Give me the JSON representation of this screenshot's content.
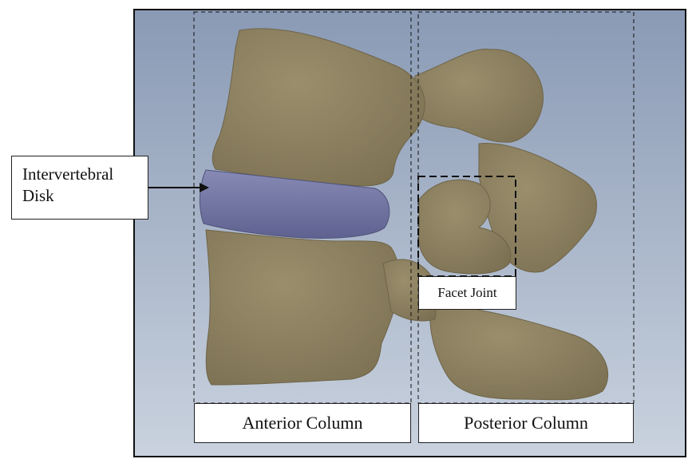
{
  "figure": {
    "labels": {
      "intervertebral_disk": "Intervertebral Disk",
      "anterior_column": "Anterior Column",
      "posterior_column": "Posterior Column",
      "facet_joint": "Facet Joint"
    },
    "colors": {
      "background_top": "#8a9ab5",
      "background_bottom": "#c9d2de",
      "bone": "#8b7f5e",
      "bone_shadow": "#6e6448",
      "disk": "#6f73a0",
      "disk_highlight": "#868ab4",
      "frame": "#111111"
    }
  }
}
